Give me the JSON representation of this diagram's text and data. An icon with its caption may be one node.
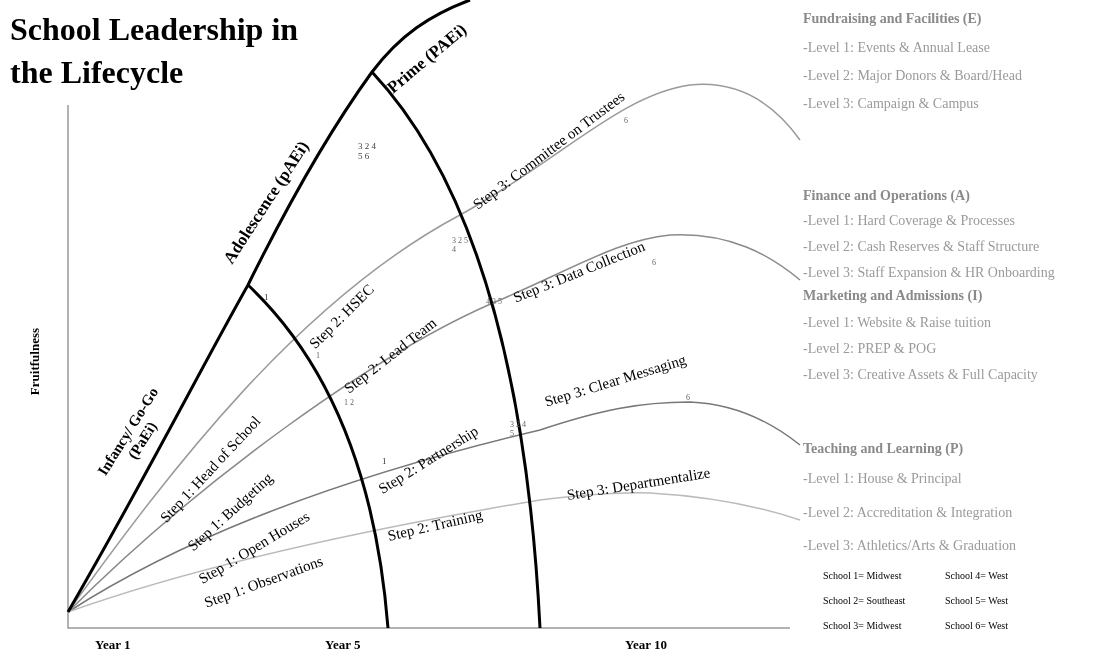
{
  "diagram": {
    "title": "School Leadership in the Lifecycle",
    "labels": [
      "Prime (PAEi)",
      "Step 3: Committee on Trustees",
      "3 2 4 5 6",
      "6",
      "Adolescence (pAEi)",
      "Step 2: HSEC",
      "3 2 5 4",
      "Step 3: Data Collection",
      "6",
      "Fruitfulness",
      "1",
      "Step 2: Lead Team",
      "4 3 5",
      "Step 1: Head of School",
      "1",
      "Step 3: Clear Messaging",
      "6",
      "Infancy/ Go-Go (PaEi)",
      "1 2",
      "Step 2: Partnership",
      "3 2 4 5",
      "Step 1: Budgeting",
      "Step 1: Open Houses",
      "1",
      "Step 3: Departmentalize",
      "Step 2: Training",
      "Step 1: Observations",
      "Year 1",
      "Year 5",
      "Year 10",
      "Fundraising and Facilities (E)",
      "-Level 1: Events & Annual Lease",
      "-Level 2: Major Donors & Board/Head",
      "-Level 3: Campaign & Campus",
      "Finance and Operations (A)",
      "-Level 1: Hard Coverage & Processes",
      "-Level 2: Cash Reserves & Staff Structure",
      "-Level 3: Staff Expansion & HR Onboarding",
      "Marketing and Admissions (I)",
      "-Level 1: Website & Raise tuition",
      "-Level 2:  PREP & POG",
      "-Level 3:  Creative Assets & Full Capacity",
      "Teaching and Learning (P)",
      "-Level 1: House & Principal",
      "-Level 2: Accreditation & Integration",
      "-Level 3: Athletics/Arts & Graduation",
      "School 1= Midwest",
      "School 4= West",
      "School 2= Southeast",
      "School 5= West",
      "School 3= Midwest",
      "School 6= West"
    ]
  }
}
